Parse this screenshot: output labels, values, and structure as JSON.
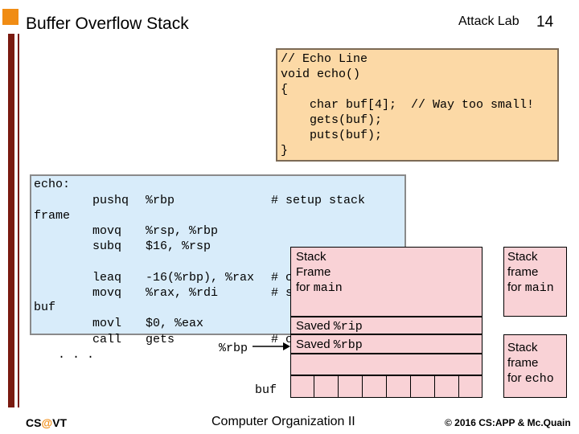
{
  "header": {
    "title": "Buffer Overflow Stack",
    "right_label": "Attack Lab",
    "page_number": "14"
  },
  "source_code": {
    "lines": [
      "// Echo Line",
      "void echo()",
      "{",
      "    char buf[4];  // Way too small!",
      "    gets(buf);",
      "    puts(buf);",
      "}"
    ]
  },
  "assembly": {
    "label": "echo:",
    "frame_label": "frame",
    "buf_label": "buf",
    "ellipsis": ". . .",
    "instructions": [
      {
        "op": "pushq",
        "args": "%rbp",
        "comment": "# setup stack"
      },
      {
        "op": "movq",
        "args": "%rsp, %rbp",
        "comment": ""
      },
      {
        "op": "subq",
        "args": "$16, %rsp",
        "comment": ""
      },
      {
        "op": "leaq",
        "args": "-16(%rbp), %rax",
        "comment": "# c"
      },
      {
        "op": "movq",
        "args": "%rax, %rdi",
        "comment": "# s"
      },
      {
        "op": "movl",
        "args": "$0, %eax",
        "comment": ""
      },
      {
        "op": "call",
        "args": "gets",
        "comment": "# c"
      }
    ]
  },
  "stack": {
    "main_frame": {
      "line1": "Stack",
      "line2": "Frame",
      "line3_prefix": "for ",
      "line3_code": "main"
    },
    "saved_rip": {
      "text": "Saved ",
      "code": "%rip"
    },
    "saved_rbp": {
      "text": "Saved ",
      "code": "%rbp"
    },
    "rbp_pointer": "%rbp",
    "buf_label": "buf",
    "cells": 8
  },
  "legend": {
    "main": {
      "line1": "Stack",
      "line2": "frame",
      "line3_prefix": "for ",
      "line3_code": "main"
    },
    "echo": {
      "line1": "Stack",
      "line2": "frame",
      "line3_prefix": "for ",
      "line3_code": "echo"
    }
  },
  "footer": {
    "left_prefix": "CS",
    "left_at": "@",
    "left_suffix": "VT",
    "center": "Computer Organization II",
    "right": "© 2016 CS:APP & Mc.Quain"
  },
  "colors": {
    "accent_orange": "#f08c14",
    "bar_maroon": "#7a1a10",
    "source_bg": "#fcd9a6",
    "asm_bg": "#d8ecfa",
    "stack_pink": "#f9d2d6"
  }
}
